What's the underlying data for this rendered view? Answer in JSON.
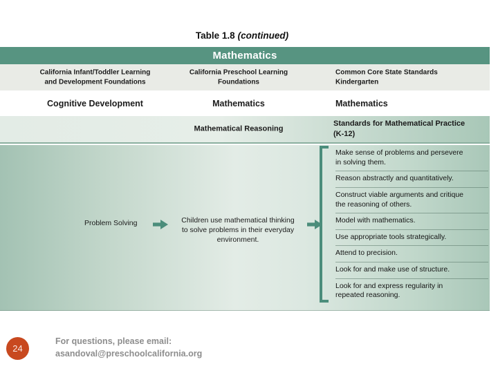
{
  "slide": {
    "title": {
      "prefix": "Table 1.8",
      "suffix": "(continued)"
    },
    "banner": "Mathematics",
    "columns": {
      "col1": {
        "header": "California Infant/Toddler Learning\nand Development Foundations",
        "domain": "Cognitive Development"
      },
      "col2": {
        "header": "California Preschool Learning\nFoundations",
        "domain": "Mathematics",
        "strand": "Mathematical Reasoning"
      },
      "col3": {
        "header": "Common Core State Standards\nKindergarten",
        "domain": "Mathematics",
        "strand": "Standards for Mathematical Practice\n(K-12)"
      }
    },
    "flow": {
      "label": "Problem Solving",
      "description": "Children use mathematical thinking\nto solve problems in their everyday\nenvironment."
    },
    "practices": [
      "Make sense of problems and persevere\nin solving them.",
      "Reason abstractly and quantitatively.",
      "Construct viable arguments and critique\nthe reasoning of others.",
      "Model with mathematics.",
      "Use appropriate tools strategically.",
      "Attend to precision.",
      "Look for and make use of structure.",
      "Look for and express regularity in\nrepeated reasoning."
    ],
    "footer": {
      "page_number": "24",
      "line1": "For questions, please email:",
      "line2": "asandoval@preschoolcalifornia.org"
    },
    "colors": {
      "banner_green": "#579481",
      "teal_accent": "#4b8d7b",
      "header_row_gray": "#e9ebe6",
      "body_green_light": "#e3ece6",
      "body_green_dark": "#a3c2b3",
      "page_badge_orange": "#c8491f",
      "footer_gray": "#8d8d8d"
    }
  }
}
